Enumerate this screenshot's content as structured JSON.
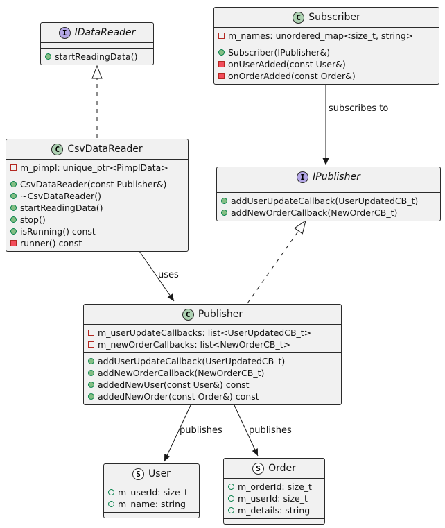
{
  "diagram": {
    "background": "#FFFFFF",
    "box_fill": "#F1F1F1",
    "line_color": "#181818",
    "spot_colors": {
      "class": "#ADD1B2",
      "interface": "#B4A7E6",
      "struct": "#FDFDFD"
    },
    "member_icon_colors": {
      "public": "#038048",
      "private": "#B32821",
      "public_fill": "#84BE84",
      "private_fill": "#F24D5C"
    },
    "classes": {
      "idatareader": {
        "spot": "I",
        "kind": "interface",
        "name": "IDataReader",
        "fields": [],
        "methods": [
          {
            "vis": "public-method",
            "text": "startReadingData()"
          }
        ]
      },
      "subscriber": {
        "spot": "C",
        "kind": "class",
        "name": "Subscriber",
        "fields": [
          {
            "vis": "private-field",
            "text": "m_names: unordered_map<size_t, string>"
          }
        ],
        "methods": [
          {
            "vis": "public-method",
            "text": "Subscriber(IPublisher&)"
          },
          {
            "vis": "private-method",
            "text": "onUserAdded(const User&)"
          },
          {
            "vis": "private-method",
            "text": "onOrderAdded(const Order&)"
          }
        ]
      },
      "csvdatareader": {
        "spot": "C",
        "kind": "class",
        "name": "CsvDataReader",
        "fields": [
          {
            "vis": "private-field",
            "text": "m_pimpl: unique_ptr<PimplData>"
          }
        ],
        "methods": [
          {
            "vis": "public-method",
            "text": "CsvDataReader(const Publisher&)"
          },
          {
            "vis": "public-method",
            "text": "~CsvDataReader()"
          },
          {
            "vis": "public-method",
            "text": "startReadingData()"
          },
          {
            "vis": "public-method",
            "text": "stop()"
          },
          {
            "vis": "public-method",
            "text": "isRunning() const"
          },
          {
            "vis": "private-method",
            "text": "runner() const"
          }
        ]
      },
      "ipublisher": {
        "spot": "I",
        "kind": "interface",
        "name": "IPublisher",
        "fields": [],
        "methods": [
          {
            "vis": "public-method",
            "text": "addUserUpdateCallback(UserUpdatedCB_t)"
          },
          {
            "vis": "public-method",
            "text": "addNewOrderCallback(NewOrderCB_t)"
          }
        ]
      },
      "publisher": {
        "spot": "C",
        "kind": "class",
        "name": "Publisher",
        "fields": [
          {
            "vis": "private-field",
            "text": "m_userUpdateCallbacks: list<UserUpdatedCB_t>"
          },
          {
            "vis": "private-field",
            "text": "m_newOrderCallbacks: list<NewOrderCB_t>"
          }
        ],
        "methods": [
          {
            "vis": "public-method",
            "text": "addUserUpdateCallback(UserUpdatedCB_t)"
          },
          {
            "vis": "public-method",
            "text": "addNewOrderCallback(NewOrderCB_t)"
          },
          {
            "vis": "public-method",
            "text": "addedNewUser(const User&) const"
          },
          {
            "vis": "public-method",
            "text": "addedNewOrder(const Order&) const"
          }
        ]
      },
      "user": {
        "spot": "S",
        "kind": "struct",
        "name": "User",
        "fields": [
          {
            "vis": "public-field",
            "text": "m_userId: size_t"
          },
          {
            "vis": "public-field",
            "text": "m_name: string"
          }
        ],
        "methods": []
      },
      "order": {
        "spot": "S",
        "kind": "struct",
        "name": "Order",
        "fields": [
          {
            "vis": "public-field",
            "text": "m_orderId: size_t"
          },
          {
            "vis": "public-field",
            "text": "m_userId: size_t"
          },
          {
            "vis": "public-field",
            "text": "m_details: string"
          }
        ],
        "methods": []
      }
    },
    "edges": [
      {
        "from": "CsvDataReader",
        "to": "IDataReader",
        "type": "realization",
        "label": ""
      },
      {
        "from": "Subscriber",
        "to": "IPublisher",
        "type": "association",
        "label": "subscribes to"
      },
      {
        "from": "CsvDataReader",
        "to": "Publisher",
        "type": "association",
        "label": "uses"
      },
      {
        "from": "Publisher",
        "to": "IPublisher",
        "type": "realization",
        "label": ""
      },
      {
        "from": "Publisher",
        "to": "User",
        "type": "association",
        "label": "publishes"
      },
      {
        "from": "Publisher",
        "to": "Order",
        "type": "association",
        "label": "publishes"
      }
    ]
  }
}
